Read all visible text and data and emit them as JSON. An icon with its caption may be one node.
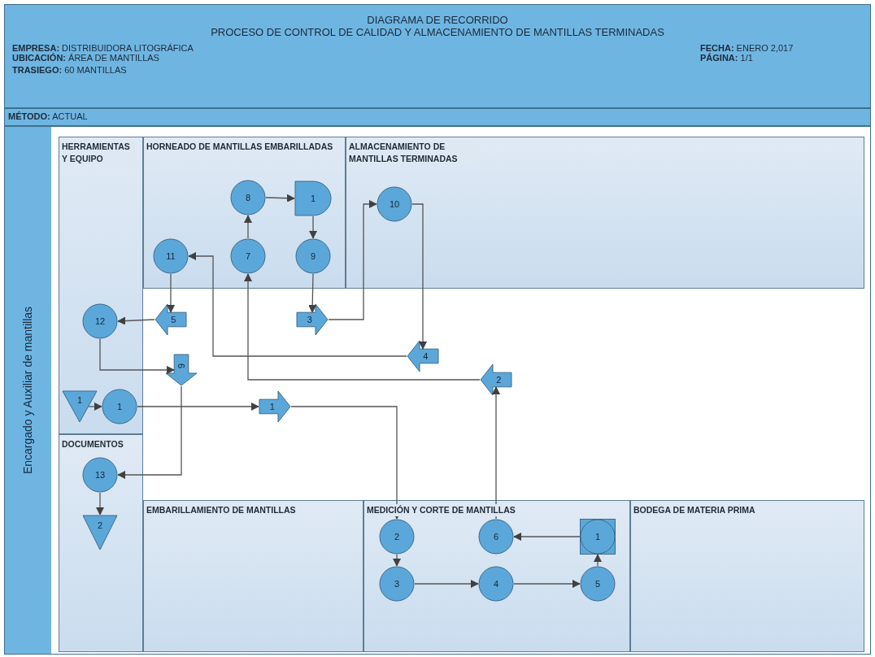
{
  "diagram": {
    "title": "DIAGRAMA DE RECORRIDO",
    "nodes": [
      {
        "text": [
          "Encargado y Auxiliar de mantillas"
        ]
      },
      {
        "text": [
          "HERRAMIENTAS Y EQUIPO"
        ],
        "in": 0
      },
      {
        "text": [
          "HORNEADO DE MANTILLAS EMBARILLADAS"
        ],
        "in": 0
      },
      {
        "text": [
          "ALMACENAMIENTO DE MANTILLAS TERMINADAS"
        ],
        "in": 0
      },
      {
        "text": [
          "DOCUMENTOS"
        ],
        "in": 0
      },
      {
        "text": [
          "EMBARILLAMIENTO DE MANTILLAS"
        ],
        "in": 0
      },
      {
        "text": [
          "MEDICIÓN Y CORTE DE MANTILLAS"
        ],
        "in": 0
      },
      {
        "text": [
          "BODEGA DE MATERIA PRIMA"
        ],
        "in": 0
      },
      {
        "text": [
          "1"
        ],
        "in": 1
      },
      {
        "text": [
          "1"
        ],
        "in": 1
      },
      {
        "text": [
          "12"
        ],
        "in": 1
      },
      {
        "text": [
          "11"
        ],
        "in": 2
      },
      {
        "text": [
          "7"
        ],
        "in": 2
      },
      {
        "text": [
          "8"
        ],
        "in": 2
      },
      {
        "text": [
          "1"
        ],
        "in": 2
      },
      {
        "text": [
          "9"
        ],
        "in": 2
      },
      {
        "text": [
          "10"
        ],
        "in": 3
      },
      {
        "text": [
          "5"
        ],
        "in": 0
      },
      {
        "text": [
          "3"
        ],
        "in": 0
      },
      {
        "text": [
          "4"
        ],
        "in": 0
      },
      {
        "text": [
          "2"
        ],
        "in": 0
      },
      {
        "text": [
          "6"
        ],
        "in": 0
      },
      {
        "text": [
          "1"
        ],
        "in": 0
      },
      {
        "text": [
          "13"
        ],
        "in": 4
      },
      {
        "text": [
          "2"
        ],
        "in": 4
      },
      {
        "text": [
          "2"
        ],
        "in": 6
      },
      {
        "text": [
          "3"
        ],
        "in": 6
      },
      {
        "text": [
          "4"
        ],
        "in": 6
      },
      {
        "text": [
          "5"
        ],
        "in": 6
      },
      {
        "text": [
          "1"
        ],
        "in": 6
      },
      {
        "text": [
          "6"
        ],
        "in": 6
      }
    ],
    "edges": [
      {
        "from": 8,
        "to": 9,
        "arrow": "to"
      },
      {
        "from": 9,
        "to": 22,
        "arrow": "to"
      },
      {
        "from": 22,
        "to": 25,
        "arrow": "to"
      },
      {
        "from": 25,
        "to": 26,
        "arrow": "to"
      },
      {
        "from": 26,
        "to": 27,
        "arrow": "to"
      },
      {
        "from": 27,
        "to": 28,
        "arrow": "to"
      },
      {
        "from": 28,
        "to": 29,
        "arrow": "to"
      },
      {
        "from": 29,
        "to": 30,
        "arrow": "to"
      },
      {
        "from": 30,
        "to": 20,
        "arrow": "to"
      },
      {
        "from": 20,
        "to": 12,
        "arrow": "to"
      },
      {
        "from": 12,
        "to": 13,
        "arrow": "to"
      },
      {
        "from": 13,
        "to": 14,
        "arrow": "to"
      },
      {
        "from": 14,
        "to": 15,
        "arrow": "to"
      },
      {
        "from": 15,
        "to": 18,
        "arrow": "to"
      },
      {
        "from": 18,
        "to": 16,
        "arrow": "to"
      },
      {
        "from": 16,
        "to": 19,
        "arrow": "to"
      },
      {
        "from": 19,
        "to": 11,
        "arrow": "to"
      },
      {
        "from": 11,
        "to": 17,
        "arrow": "to"
      },
      {
        "from": 17,
        "to": 10,
        "arrow": "to"
      },
      {
        "from": 10,
        "to": 21,
        "arrow": "to"
      },
      {
        "from": 21,
        "to": 23,
        "arrow": "to"
      },
      {
        "from": 23,
        "to": 24,
        "arrow": "to"
      }
    ],
    "labels": [
      "PROCESO DE CONTROL DE CALIDAD Y ALMACENAMIENTO DE MANTILLAS TERMINADAS",
      "**EMPRESA:** DISTRIBUIDORA LITOGRÁFICA",
      "**UBICACIÓN:** ÁREA DE MANTILLAS",
      "**TRASIEGO:** 60 MANTILLAS",
      "**FECHA:** ENERO 2,017",
      "**PÁGINA:** 1/1",
      "**MÉTODO:** ACTUAL"
    ]
  }
}
